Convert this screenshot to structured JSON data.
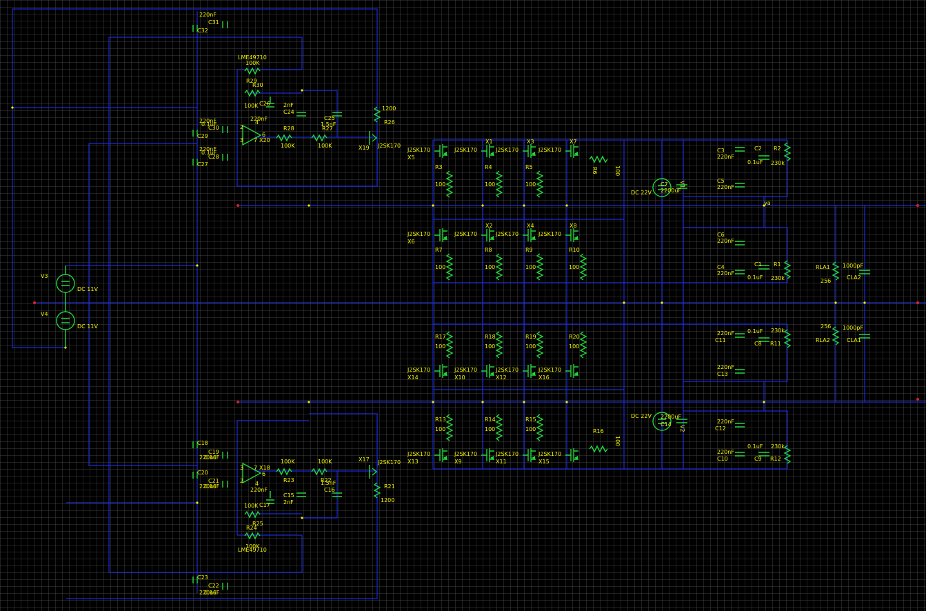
{
  "schematic": {
    "sources": {
      "V3": {
        "ref": "V3",
        "value": "DC 11V"
      },
      "V4": {
        "ref": "V4",
        "value": "DC 11V"
      },
      "V1": {
        "ref": "V1",
        "value": "DC 22V"
      },
      "V2": {
        "ref": "V2",
        "value": "DC 22V"
      }
    },
    "top_driver": {
      "C31": {
        "ref": "C31",
        "value": "220nF"
      },
      "C32": {
        "ref": "C32",
        "value": "220nF"
      },
      "C30": {
        "ref": "C30",
        "value": "220nF"
      },
      "C29": {
        "ref": "C29",
        "value": "0.1uF"
      },
      "C28": {
        "ref": "C28",
        "value": "220nF"
      },
      "C27": {
        "ref": "C27",
        "value": "0.1uF"
      },
      "opamp": {
        "ref": "X20",
        "part": "LME49710"
      },
      "R29": {
        "ref": "R29",
        "value": "100K"
      },
      "R30": {
        "ref": "R30",
        "value": "100K"
      },
      "C26": {
        "ref": "C26",
        "value": "220nF"
      },
      "C24": {
        "ref": "C24",
        "value": "2nF"
      },
      "R28": {
        "ref": "R28",
        "value": "100K"
      },
      "R27": {
        "ref": "R27",
        "value": "100K"
      },
      "C25": {
        "ref": "C25",
        "value": "1.5nF"
      },
      "X19": {
        "ref": "X19",
        "part": "J2SK170"
      },
      "R26": {
        "ref": "R26",
        "value": "1200"
      }
    },
    "bottom_driver": {
      "C18": {
        "ref": "C18",
        "value": "220nF"
      },
      "C19": {
        "ref": "C19",
        "value": "0.1uF"
      },
      "C20": {
        "ref": "C20",
        "value": "220nF"
      },
      "C21": {
        "ref": "C21",
        "value": "0.1uF"
      },
      "opamp": {
        "ref": "X18",
        "part": "LME49710"
      },
      "R23": {
        "ref": "R23",
        "value": "100K"
      },
      "R22": {
        "ref": "R22",
        "value": "100K"
      },
      "C15": {
        "ref": "C15",
        "value": "2nF"
      },
      "C16": {
        "ref": "C16",
        "value": "1.5nF"
      },
      "C17": {
        "ref": "C17",
        "value": "220nF"
      },
      "R25": {
        "ref": "R25",
        "value": "100K"
      },
      "R24": {
        "ref": "R24",
        "value": "100K"
      },
      "X17": {
        "ref": "X17",
        "part": "J2SK170"
      },
      "R21": {
        "ref": "R21",
        "value": "1200"
      },
      "C23": {
        "ref": "C23",
        "value": "220nF"
      },
      "C22": {
        "ref": "C22",
        "value": "0.1uF"
      }
    },
    "pin_labels": {
      "p2": "2",
      "p3": "3",
      "p4": "4",
      "p6": "6",
      "p7": "7"
    },
    "fet_part": "J2SK170",
    "fet_row1": [
      "X5",
      "X1",
      "X3",
      "X7"
    ],
    "fet_row2": [
      "X6",
      "X2",
      "X4",
      "X8"
    ],
    "fet_row3": [
      "X14",
      "X10",
      "X12",
      "X16"
    ],
    "fet_row4": [
      "X13",
      "X9",
      "X11",
      "X15"
    ],
    "res_row1": [
      "R3",
      "R4",
      "R5"
    ],
    "res_row2": [
      "R7",
      "R8",
      "R9",
      "R10"
    ],
    "res_row3": [
      "R17",
      "R18",
      "R19",
      "R20"
    ],
    "res_row4": [
      "R13",
      "R14",
      "R15"
    ],
    "res_value": "100",
    "R6": {
      "ref": "R6",
      "value": "100"
    },
    "R16": {
      "ref": "R16",
      "value": "100"
    },
    "supply_caps": {
      "C7": {
        "ref": "C7",
        "value": "2200uF"
      },
      "C14": {
        "ref": "C14",
        "value": "2200uF"
      }
    },
    "output_top": {
      "C3": {
        "ref": "C3",
        "value": "220nF"
      },
      "C5": {
        "ref": "C5",
        "value": "220nF"
      },
      "C2": {
        "ref": "C2",
        "value": "0.1uF"
      },
      "R2": {
        "ref": "R2",
        "value": "230k"
      },
      "C6": {
        "ref": "C6",
        "value": "220nF"
      },
      "C4": {
        "ref": "C4",
        "value": "220nF"
      },
      "C1": {
        "ref": "C1",
        "value": "0.1uF"
      },
      "R1": {
        "ref": "R1",
        "value": "230k"
      },
      "RLA1": {
        "ref": "RLA1",
        "value": "256"
      },
      "CLA2": {
        "ref": "CLA2",
        "value": "1000pF"
      },
      "net": "ya"
    },
    "output_bottom": {
      "C11": {
        "ref": "C11",
        "value": "220nF"
      },
      "C13": {
        "ref": "C13",
        "value": "220nF"
      },
      "C8": {
        "ref": "C8",
        "value": "0.1uF"
      },
      "R11": {
        "ref": "R11",
        "value": "230k"
      },
      "C12": {
        "ref": "C12",
        "value": "220nF"
      },
      "C10": {
        "ref": "C10",
        "value": "220nF"
      },
      "C9": {
        "ref": "C9",
        "value": "0.1uF"
      },
      "R12": {
        "ref": "R12",
        "value": "230k"
      },
      "RLA2": {
        "ref": "RLA2",
        "value": "256"
      },
      "CLA1": {
        "ref": "CLA1",
        "value": "1000pF"
      }
    },
    "colors": {
      "background": "#000000",
      "wire": "#1c2bd8",
      "component": "#22d83a",
      "label": "#f2f200",
      "terminal": "#e02020"
    }
  }
}
